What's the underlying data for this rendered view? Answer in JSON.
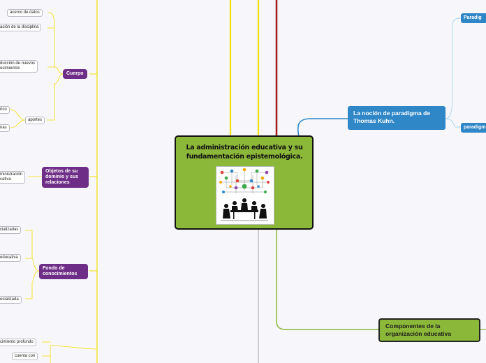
{
  "central": {
    "title": "La administración educativa y su fundamentación epistemológica."
  },
  "left": {
    "cuerpo": {
      "label": "Cuerpo",
      "items": [
        "acervo de datos",
        "ación de la disciplina",
        "ducción de nuevos\nocimientos"
      ],
      "aportes": {
        "label": "aportes",
        "children": [
          "rico",
          "nas"
        ]
      }
    },
    "objetos": {
      "label": "Objetos de su dominio y sus relaciones",
      "items": [
        "ministración\ncativa"
      ]
    },
    "fondo": {
      "label": "Fondo de conocimientos",
      "items": [
        "cializadas",
        "educativa",
        "ecializada"
      ]
    },
    "bottom": {
      "items": [
        "cimiento profundo",
        "cuenta con"
      ]
    }
  },
  "right": {
    "kuhn": {
      "label": "La noción de paradigma de Thomas Kuhn.",
      "children": [
        "Paradig",
        "paradigm"
      ]
    },
    "componentes": {
      "label": "Componentes de la organización educativa"
    }
  },
  "colors": {
    "purple": "#6e2d86",
    "blue": "#2f87c8",
    "green": "#8cb83a",
    "red": "#a01818",
    "yellow": "#f2e000",
    "gray": "#cfcfcf"
  }
}
